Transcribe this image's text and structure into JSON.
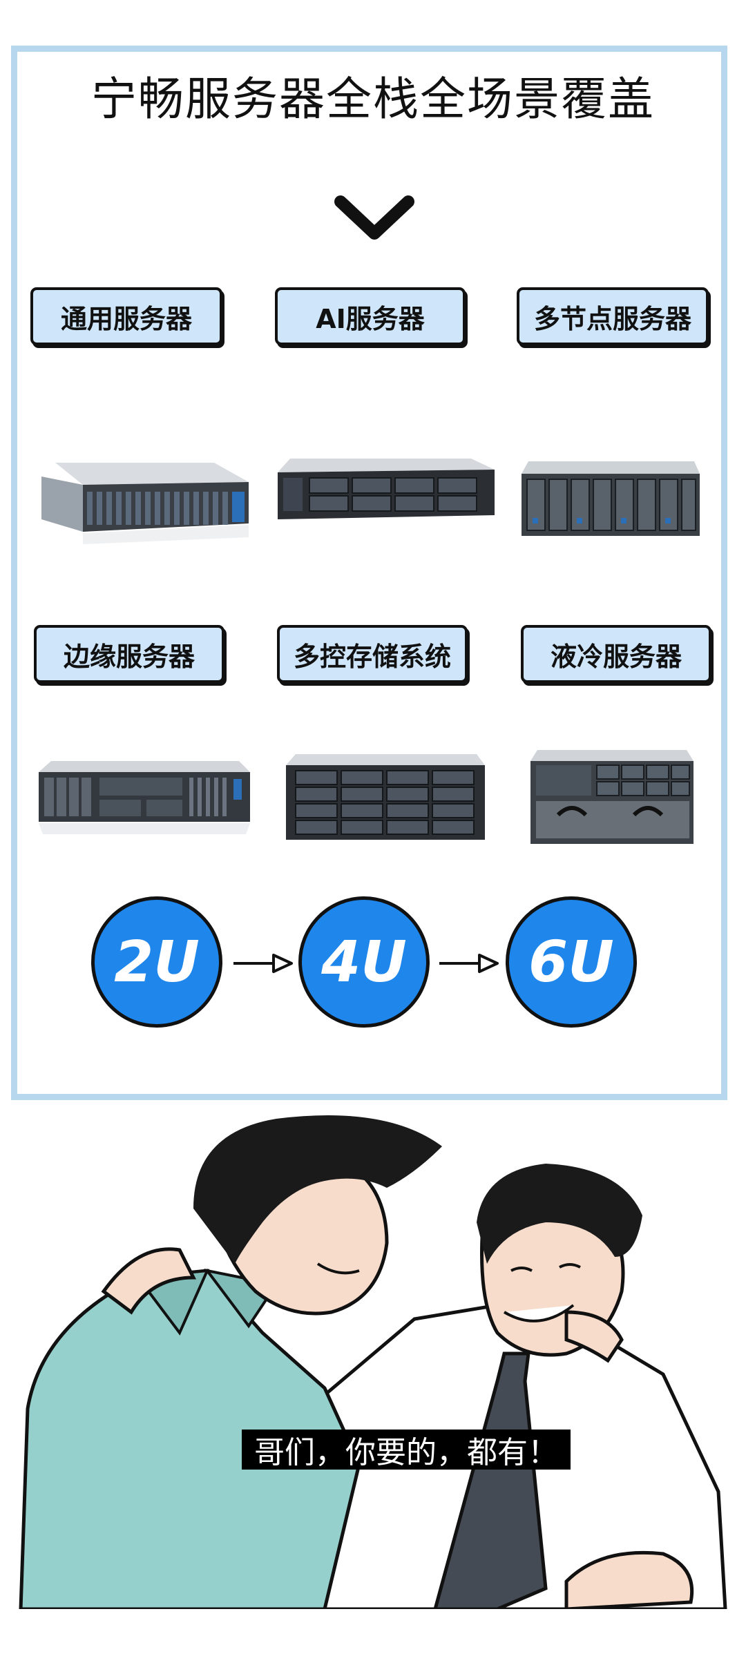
{
  "title": "宁畅服务器全栈全场景覆盖",
  "categories": [
    {
      "label": "通用服务器"
    },
    {
      "label": "AI服务器"
    },
    {
      "label": "多节点服务器"
    },
    {
      "label": "边缘服务器"
    },
    {
      "label": "多控存储系统"
    },
    {
      "label": "液冷服务器"
    }
  ],
  "rack_sizes": [
    "2U",
    "4U",
    "6U"
  ],
  "caption": "哥们，你要的，都有！",
  "colors": {
    "panel_border": "#b7d7ee",
    "tag_fill": "#cfe6fa",
    "circle_fill": "#1f86ec",
    "shirt_green": "#95d0cc"
  }
}
